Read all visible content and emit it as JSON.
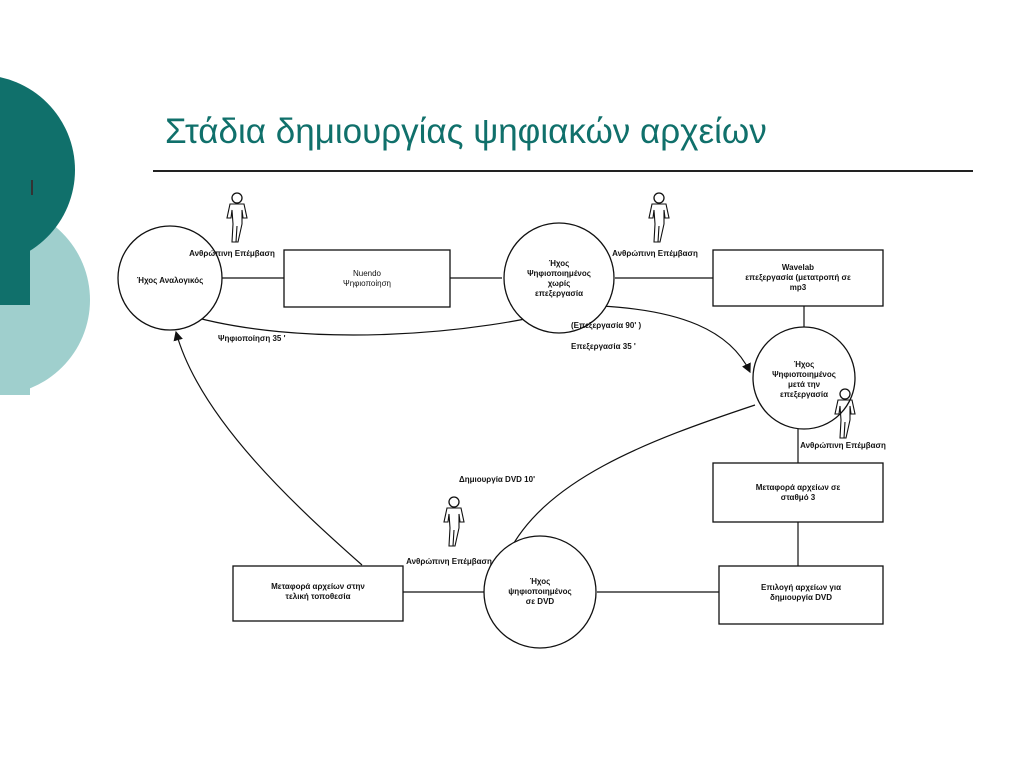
{
  "slide": {
    "title": "Στάδια δημιουργίας ψηφιακών αρχείων"
  },
  "colors": {
    "accent_dark": "#10706b",
    "accent_light": "#9fcfcd",
    "ink": "#111111"
  },
  "diagram": {
    "nodes": {
      "analog_sound": "Ήχος Αναλογικός",
      "nuendo": [
        "Nuendo",
        "Ψηφιοποίηση"
      ],
      "digitized_unprocessed": [
        "Ήχος",
        "Ψηφιοποιημένος",
        "χωρίς",
        "επεξεργασία"
      ],
      "wavelab": [
        "Wavelab",
        "επεξεργασία (μετατροπή σε",
        "mp3"
      ],
      "digitized_processed": [
        "Ήχος",
        "Ψηφιοποιημένος",
        "μετά την",
        "επεξεργασία"
      ],
      "transfer_station3": [
        "Μεταφορά αρχείων σε",
        "σταθμό 3"
      ],
      "select_files_dvd": [
        "Επιλογή αρχείων για",
        "δημιουργία DVD"
      ],
      "digitized_dvd": [
        "Ήχος",
        "ψηφιοποιημένος",
        "σε DVD"
      ],
      "transfer_final": [
        "Μεταφορά αρχείων στην",
        "τελική τοποθεσία"
      ]
    },
    "actor_label": "Ανθρώπινη Επέμβαση",
    "edge_labels": {
      "digitization": "Ψηφιοποίηση 35 '",
      "processing_90": "(Επεξεργασία 90' )",
      "processing_35": "Επεξεργασία 35 '",
      "dvd_creation": "Δημιουργία DVD 10'"
    }
  }
}
